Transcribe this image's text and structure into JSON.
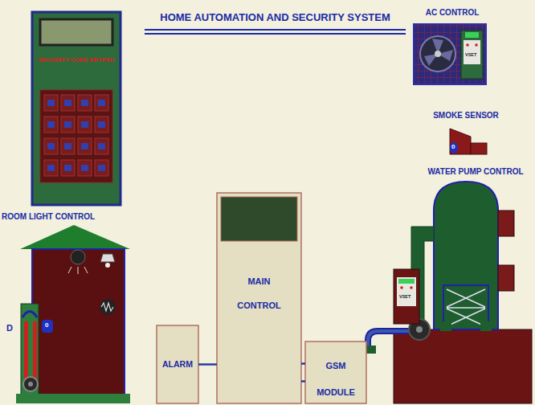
{
  "diagram": {
    "title": "HOME AUTOMATION AND SECURITY SYSTEM",
    "nodes": [
      {
        "text": [
          "SECURITY CODE KEYPAD"
        ]
      },
      {
        "text": [
          "AC CONTROL"
        ]
      },
      {
        "text": [
          "SMOKE SENSOR"
        ]
      },
      {
        "text": [
          "ROOM LIGHT CONTROL"
        ]
      },
      {
        "text": [
          "WATER PUMP CONTROL"
        ]
      },
      {
        "text": [
          "MAIN CONTROL"
        ]
      },
      {
        "text": [
          "ALARM"
        ]
      },
      {
        "text": [
          "GSM MODULE"
        ]
      }
    ],
    "edges": [
      {
        "from": 6,
        "to": 5,
        "arrow": "none"
      },
      {
        "from": 5,
        "to": 7,
        "arrow": "none"
      },
      {
        "from": 5,
        "to": 7,
        "arrow": "none"
      }
    ],
    "labels": [
      "D",
      "0",
      "0",
      "VSET",
      "VSET"
    ]
  }
}
